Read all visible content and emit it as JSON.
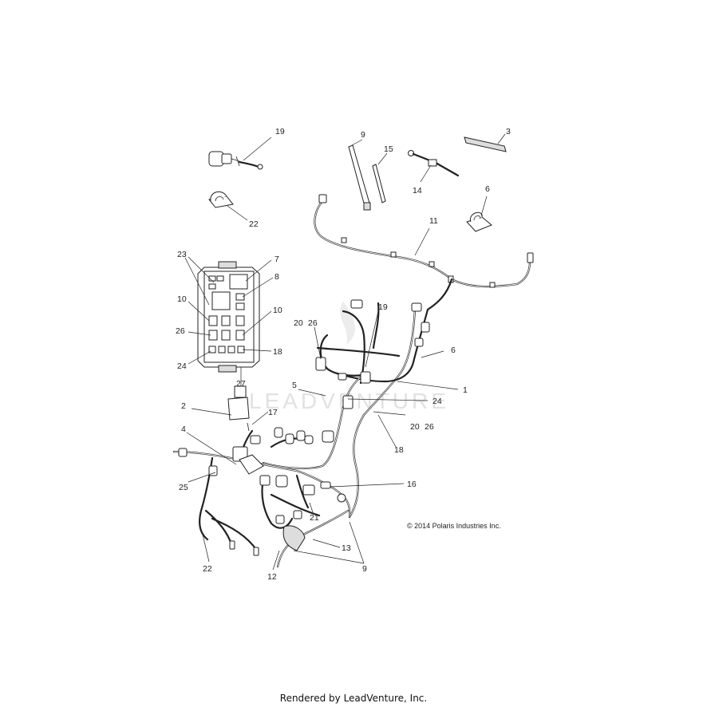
{
  "diagram": {
    "callouts": {
      "c1": "1",
      "c2": "2",
      "c3": "3",
      "c4": "4",
      "c5": "5",
      "c6a": "6",
      "c6b": "6",
      "c7": "7",
      "c8": "8",
      "c9a": "9",
      "c9b": "9",
      "c10a": "10",
      "c10b": "10",
      "c11": "11",
      "c12": "12",
      "c13": "13",
      "c14": "14",
      "c15": "15",
      "c16": "16",
      "c17": "17",
      "c18a": "18",
      "c18b": "18",
      "c19a": "19",
      "c19b": "19",
      "c20a": "20",
      "c26a": "26",
      "c20b": "20",
      "c26b": "26",
      "c21": "21",
      "c22a": "22",
      "c22b": "22",
      "c23": "23",
      "c24a": "24",
      "c24b": "24",
      "c25": "25",
      "c26c": "26",
      "c27": "27"
    },
    "copyright": "© 2014 Polaris Industries Inc.",
    "watermark": "LEADVENTURE"
  },
  "footer": {
    "rendered_by": "Rendered by LeadVenture, Inc."
  }
}
